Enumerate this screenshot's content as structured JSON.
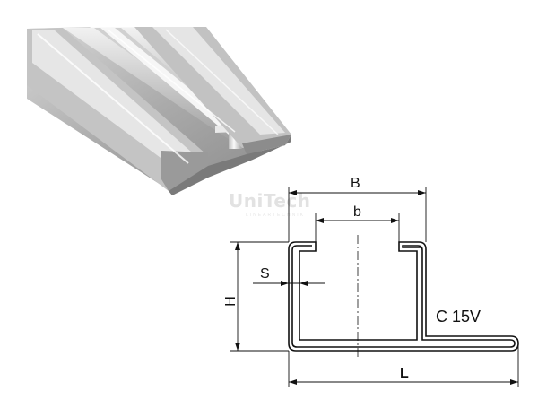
{
  "logo": {
    "text": "UniTech",
    "tagline": "LINEARTECHNIK"
  },
  "drawing": {
    "dimension_B": "B",
    "dimension_b": "b",
    "dimension_S": "S",
    "dimension_H": "H",
    "dimension_L": "L",
    "profile_name": "C 15V"
  },
  "icons": [
    "aluminium-rail-photo"
  ]
}
